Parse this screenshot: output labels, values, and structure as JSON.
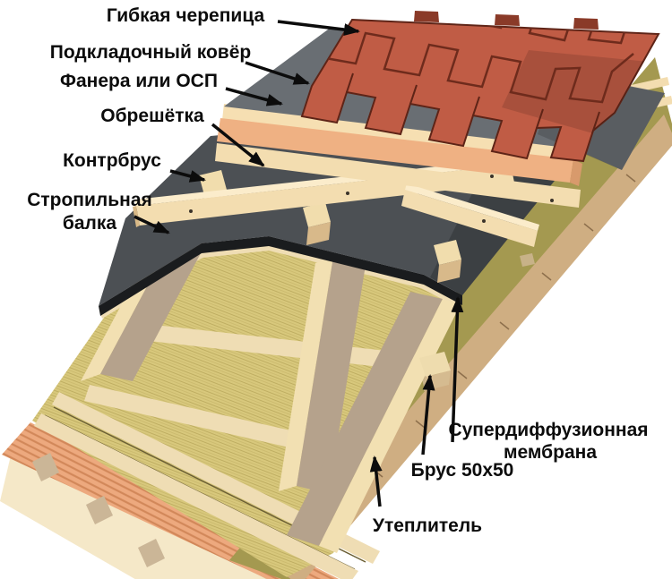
{
  "diagram": {
    "type": "roof-construction-layers",
    "background": "#ffffff",
    "labels": {
      "shingles": "Гибкая черепица",
      "underlayment": "Подкладочный ковёр",
      "osb": "Фанера или ОСП",
      "lathing": "Обрешётка",
      "counter_batten": "Контрбрус",
      "rafter_line1": "Стропильная",
      "rafter_line2": "балка",
      "membrane_line1": "Супердиффузионная",
      "membrane_line2": "мембрана",
      "bar": "Брус 50x50",
      "insulation": "Утеплитель"
    },
    "colors": {
      "shingle": "#c05c45",
      "shingle_dark": "#8a3a28",
      "underlayment": "#696e73",
      "membrane": "#4c5054",
      "membrane_edge": "#1a1c1e",
      "wood": "#f3ddb0",
      "wood_bevel": "#fbeccb",
      "osb": "#efb183",
      "osb_pale": "#f6dfb2",
      "insulation_top": "#d8c87c",
      "insulation_texture": "#bfae62",
      "insulation_side": "#a49950",
      "rafter_side": "#b5a28c",
      "rafter_top": "#f2e0b2",
      "plate": "#efddb4",
      "orange_layer": "#eda97e",
      "orange_stripe": "#d2885a",
      "bottom_board": "#f5e8c8",
      "batten": "#cbb697",
      "eave_strip": "#cfae82",
      "label_text": "#0c0c0c"
    }
  }
}
